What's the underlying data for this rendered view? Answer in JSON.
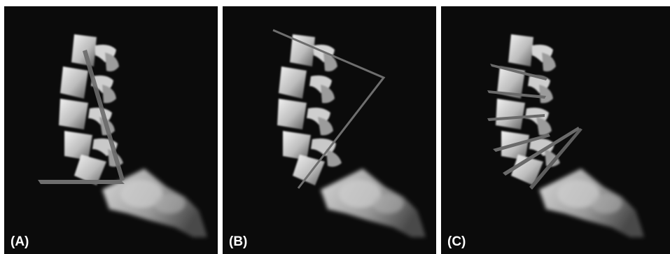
{
  "panels": [
    {
      "id": "A",
      "label": "(A)",
      "caption_name": "panel-a"
    },
    {
      "id": "B",
      "label": "(B)",
      "caption_name": "panel-b"
    },
    {
      "id": "C",
      "label": "(C)",
      "caption_name": "panel-c"
    }
  ],
  "colors": {
    "background": "#0b0b0b",
    "bone_light": "#e6e6e6",
    "bone_mid": "#8a8a8a",
    "plane": "#6e6e6e",
    "label": "#ffffff"
  }
}
